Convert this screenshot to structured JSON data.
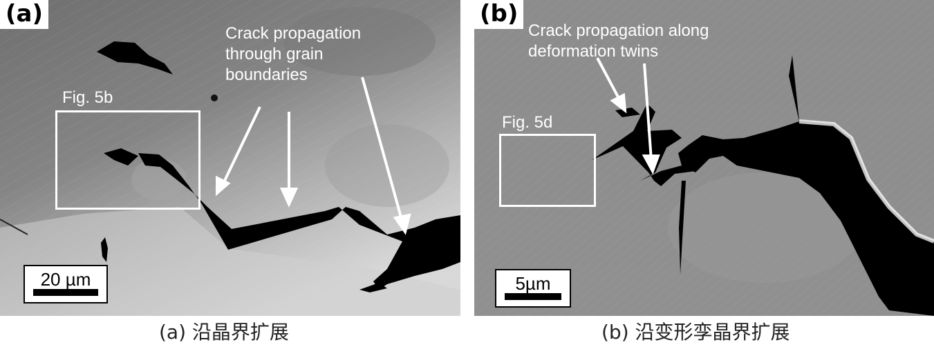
{
  "panel_a": {
    "label": "(a)",
    "annotation_lines": [
      "Crack propagation",
      "through grain",
      "boundaries"
    ],
    "inset_label": "Fig. 5b",
    "scale_bar": "20 µm"
  },
  "panel_b": {
    "label": "(b)",
    "annotation_lines": [
      "Crack propagation along",
      "deformation twins"
    ],
    "inset_label": "Fig. 5d",
    "scale_bar": "5µm"
  },
  "captions": {
    "a": "(a) 沿晶界扩展",
    "b": "(b) 沿变形孪晶界扩展"
  },
  "colors": {
    "crack": "#000000",
    "annotation": "#ffffff",
    "matrix_grey": "#8a8a8a"
  }
}
